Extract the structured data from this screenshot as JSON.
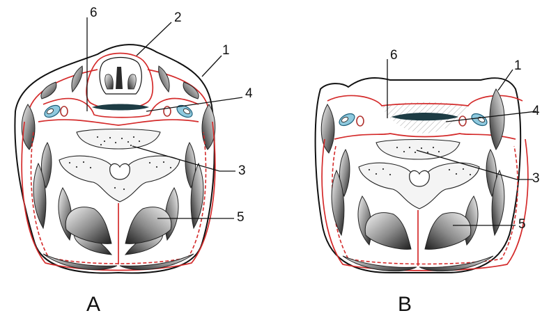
{
  "panels": [
    {
      "id": "A",
      "label": "A",
      "callouts": [
        "1",
        "2",
        "3",
        "4",
        "5",
        "6"
      ]
    },
    {
      "id": "B",
      "label": "B",
      "callouts": [
        "1",
        "3",
        "4",
        "5",
        "6"
      ]
    }
  ],
  "colors": {
    "outline": "#111111",
    "fascia": "#d42a2a",
    "vein": "#8ec9de",
    "artery_ring": "#b0322f",
    "muscle_dark": "#3a3a3a"
  }
}
